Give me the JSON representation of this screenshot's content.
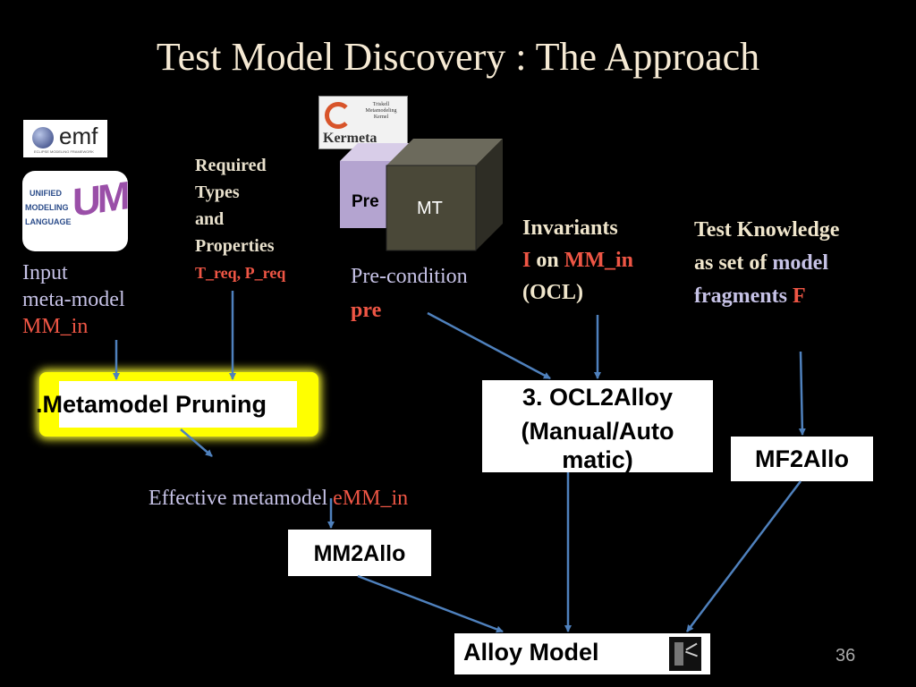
{
  "slide": {
    "title": "Test Model Discovery : The Approach",
    "number": "36"
  },
  "logos": {
    "emf": {
      "text": "emf",
      "subtext": "ECLIPSE MODELING FRAMEWORK"
    },
    "uml": {
      "lines": [
        "UNIFIED",
        "MODELING",
        "LANGUAGE"
      ],
      "letters": "UML"
    },
    "kermeta": {
      "caption": "Kermeta",
      "small": "Triskell Metamodeling Kernel"
    }
  },
  "cube": {
    "pre": "Pre",
    "mt": "MT"
  },
  "labels": {
    "input": {
      "line1": "Input",
      "line2": "meta-model",
      "line3": "MM_in"
    },
    "required": {
      "line1": "Required",
      "line2": "Types",
      "line3": "and",
      "line4": "Properties",
      "line5": "T_req, P_req"
    },
    "precondition": {
      "line1": "Pre-condition",
      "line2": "pre"
    },
    "invariants": {
      "line1": "Invariants",
      "i": "I",
      "on": " on ",
      "mm": "MM_in",
      "line3": "(OCL)"
    },
    "knowledge": {
      "line1": "Test Knowledge",
      "line2a": "as set of ",
      "line2b": "model",
      "line3a": "fragments ",
      "line3b": "F"
    },
    "effective": {
      "text": "Effective metamodel ",
      "red": "eMM_in"
    }
  },
  "boxes": {
    "pruning": ".Metamodel Pruning",
    "ocl2alloy": [
      "3. OCL2Alloy",
      "(Manual/Auto",
      "matic)"
    ],
    "mf2allo": "MF2Allo",
    "mm2allo": "MM2Allo",
    "alloy_model": "Alloy Model"
  },
  "colors": {
    "arrow": "#4f81bd",
    "highlight": "#ffff00",
    "title": "#f6ead4",
    "accent_red": "#ef5645",
    "lavender": "#c6c2e6"
  }
}
